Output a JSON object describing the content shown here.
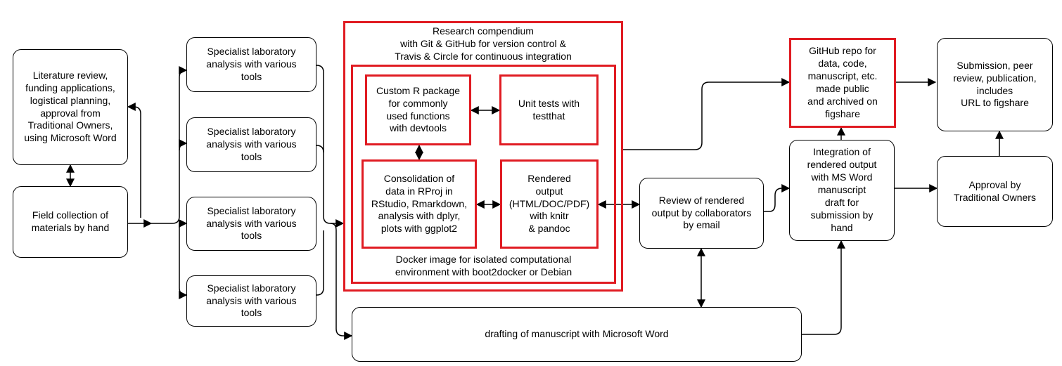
{
  "nodes": {
    "literature": "Literature review,\nfunding applications,\nlogistical planning,\napproval from\nTraditional Owners,\nusing Microsoft Word",
    "field": "Field collection of\nmaterials by hand",
    "lab1": "Specialist laboratory\nanalysis with various\ntools",
    "lab2": "Specialist laboratory\nanalysis with various\ntools",
    "lab3": "Specialist laboratory\nanalysis with various\ntools",
    "lab4": "Specialist laboratory\nanalysis with various\ntools",
    "compendium_title": "Research compendium\nwith Git & GitHub for version control &\nTravis & Circle for continuous integration",
    "docker_caption": "Docker image for isolated computational\nenvironment with boot2docker or Debian",
    "r_package": "Custom R package\nfor commonly\nused functions\nwith devtools",
    "unit_tests": "Unit tests with\ntestthat",
    "consolidation": "Consolidation of\ndata in RProj in\nRStudio, Rmarkdown,\nanalysis with dplyr,\nplots with ggplot2",
    "rendered": "Rendered\noutput\n(HTML/DOC/PDF)\nwith knitr\n& pandoc",
    "review": "Review of rendered\noutput by collaborators\nby email",
    "github_repo": "GitHub repo for\ndata, code,\nmanuscript, etc.\nmade public\nand archived on\nfigshare",
    "integration": "Integration of\nrendered output\nwith MS Word\nmanuscript\ndraft for\nsubmission by\nhand",
    "submission": "Submission, peer\nreview, publication,\nincludes\nURL to figshare",
    "approval": "Approval by\nTraditional Owners",
    "drafting": "drafting of manuscript with Microsoft Word"
  }
}
